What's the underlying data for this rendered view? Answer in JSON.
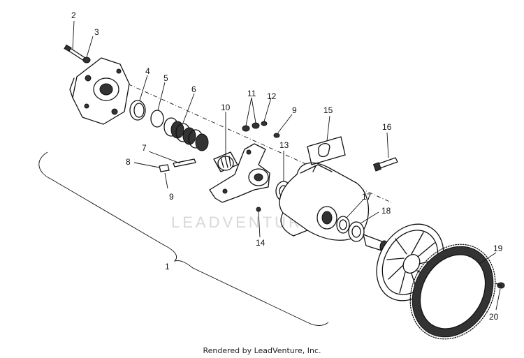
{
  "diagram": {
    "callouts": [
      "1",
      "2",
      "3",
      "4",
      "5",
      "6",
      "7",
      "8",
      "9",
      "9",
      "10",
      "11",
      "12",
      "13",
      "14",
      "15",
      "16",
      "17",
      "18",
      "19",
      "20"
    ],
    "watermark": "LEADVENTURE",
    "footer": "Rendered by LeadVenture, Inc."
  }
}
